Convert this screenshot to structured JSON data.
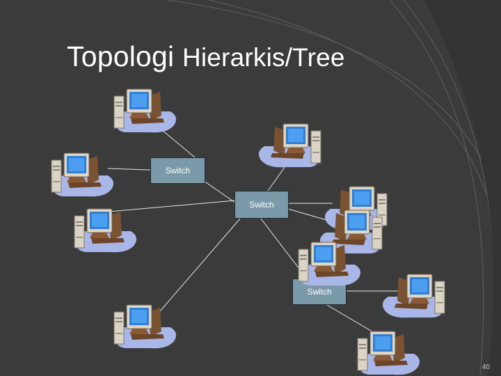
{
  "slide": {
    "title_part1": "Topologi",
    "title_part2": "Hierarkis/Tree",
    "page_number": "40"
  },
  "switches": [
    {
      "label": "Switch"
    },
    {
      "label": "Switch"
    },
    {
      "label": "Switch"
    }
  ],
  "colors": {
    "background": "#3b3b3b",
    "switch_fill": "#7b9aa9",
    "link_line": "#e8e8e8",
    "screen": "#3a86d8"
  },
  "icons": [
    "computer-icon"
  ]
}
